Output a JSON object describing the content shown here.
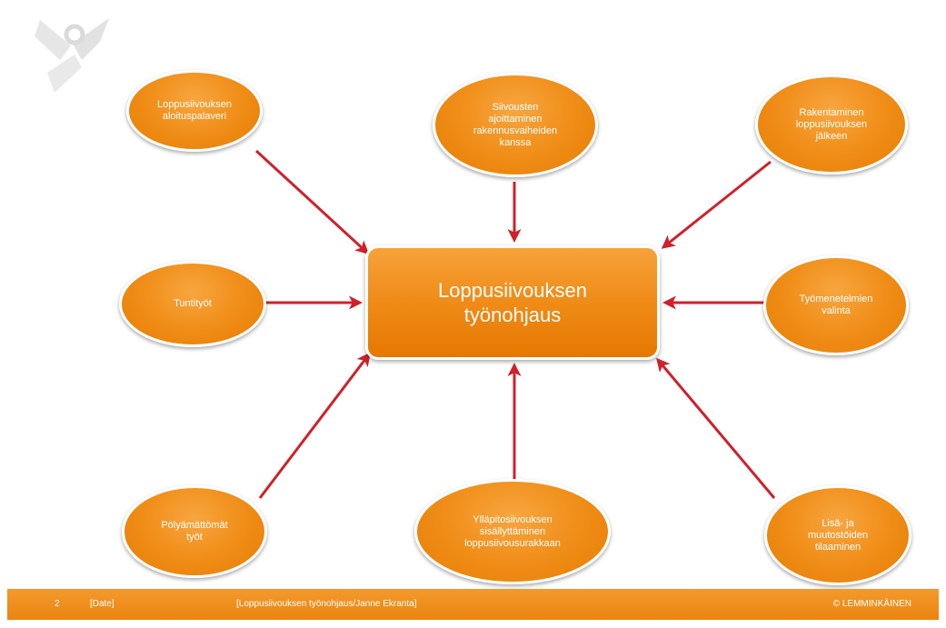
{
  "diagram": {
    "center_label": "Loppusiivouksen\ntyönohjaus",
    "nodes": [
      "Loppusiivouksen\naloituspalaveri",
      "Siivousten\najoittaminen\nrakennusvaiheiden\nkanssa",
      "Rakentaminen\nloppusiivouksen\njälkeen",
      "Tuntityöt",
      "Työmenetelmien\nvalinta",
      "Pölyämättömät\ntyöt",
      "Ylläpitosiivouksen\nsisällyttäminen\nloppusiivousurakkaan",
      "Lisä- ja\nmuutostöiden\ntilaaminen"
    ]
  },
  "footer": {
    "page_number": "2",
    "date": "[Date]",
    "presentation_title": "[Loppusiivouksen työnohjaus/Janne Ekranta]",
    "company": "© LEMMINKÄINEN"
  },
  "colors": {
    "accent_orange": "#f08b17",
    "arrow_red": "#d0202a"
  }
}
